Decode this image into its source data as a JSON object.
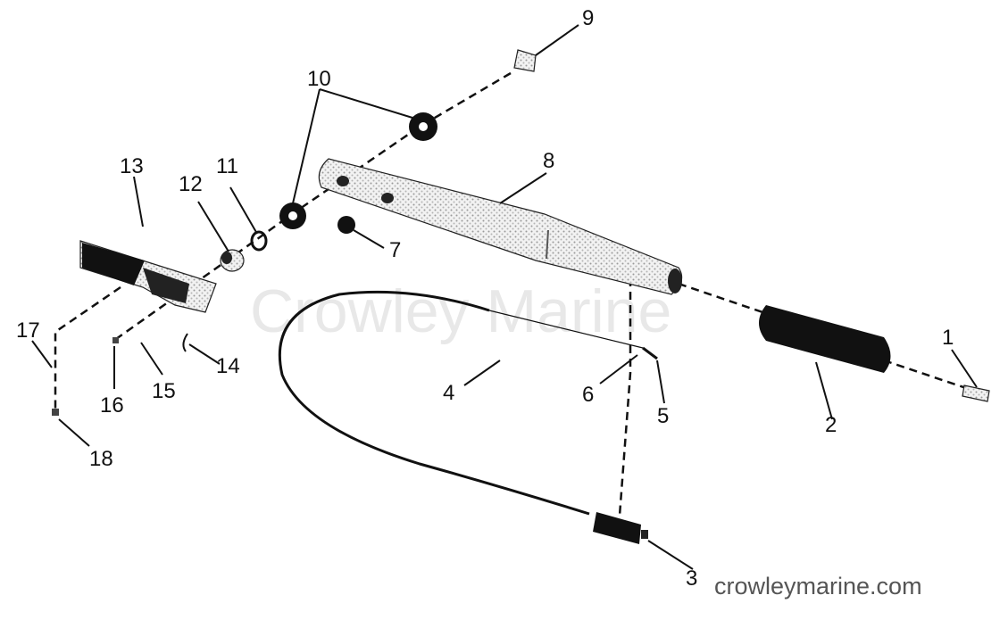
{
  "diagram": {
    "watermark": "Crowley Marine",
    "footer": "crowleymarine.com",
    "callouts": [
      {
        "id": "1",
        "text": "1"
      },
      {
        "id": "2",
        "text": "2"
      },
      {
        "id": "3",
        "text": "3"
      },
      {
        "id": "4",
        "text": "4"
      },
      {
        "id": "5",
        "text": "5"
      },
      {
        "id": "6",
        "text": "6"
      },
      {
        "id": "7",
        "text": "7"
      },
      {
        "id": "8",
        "text": "8"
      },
      {
        "id": "9",
        "text": "9"
      },
      {
        "id": "10",
        "text": "10"
      },
      {
        "id": "11",
        "text": "11"
      },
      {
        "id": "12",
        "text": "12"
      },
      {
        "id": "13",
        "text": "13"
      },
      {
        "id": "14",
        "text": "14"
      },
      {
        "id": "15",
        "text": "15"
      },
      {
        "id": "16",
        "text": "16"
      },
      {
        "id": "17",
        "text": "17"
      },
      {
        "id": "18",
        "text": "18"
      }
    ]
  }
}
